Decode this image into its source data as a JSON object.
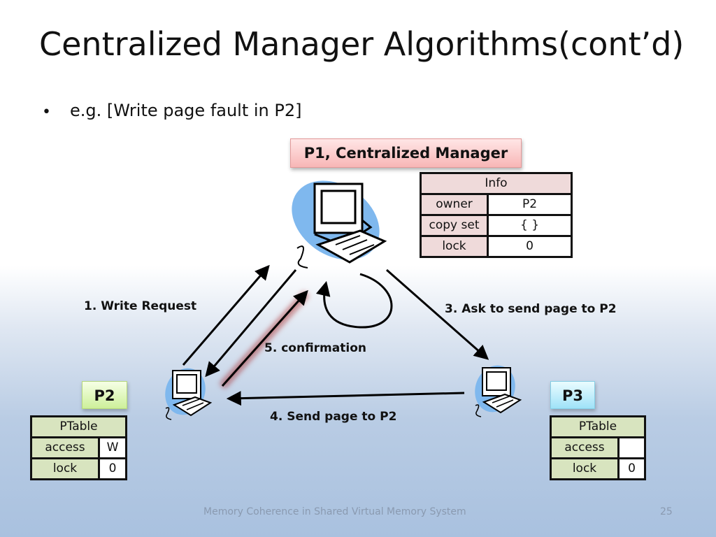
{
  "slide": {
    "title": "Centralized Manager Algorithms(cont’d)",
    "bullet": "e.g. [Write page fault in P2]",
    "footer_text": "Memory Coherence in Shared Virtual Memory System",
    "page_number": "25"
  },
  "nodes": {
    "manager_label": "P1, Centralized Manager",
    "p2_label": "P2",
    "p3_label": "P3"
  },
  "info_table": {
    "header": "Info",
    "rows": [
      {
        "key": "owner",
        "value": "P2"
      },
      {
        "key": "copy set",
        "value": "{ }"
      },
      {
        "key": "lock",
        "value": "0"
      }
    ]
  },
  "p2_table": {
    "header": "PTable",
    "rows": [
      {
        "key": "access",
        "value": "W"
      },
      {
        "key": "lock",
        "value": "0"
      }
    ]
  },
  "p3_table": {
    "header": "PTable",
    "rows": [
      {
        "key": "access",
        "value": ""
      },
      {
        "key": "lock",
        "value": "0"
      }
    ]
  },
  "steps": {
    "step1": "1.  Write Request",
    "step3": "3. Ask to send page to P2",
    "step4": "4. Send page to P2",
    "step5": "5. confirmation"
  },
  "colors": {
    "manager_tag": "#f8b6b6",
    "p2_tag": "#cdf09a",
    "p3_tag": "#9fe2f8",
    "info_cell": "#efdada",
    "ptable_cell": "#d8e4bf",
    "computer_blob": "#7fb8ee"
  }
}
